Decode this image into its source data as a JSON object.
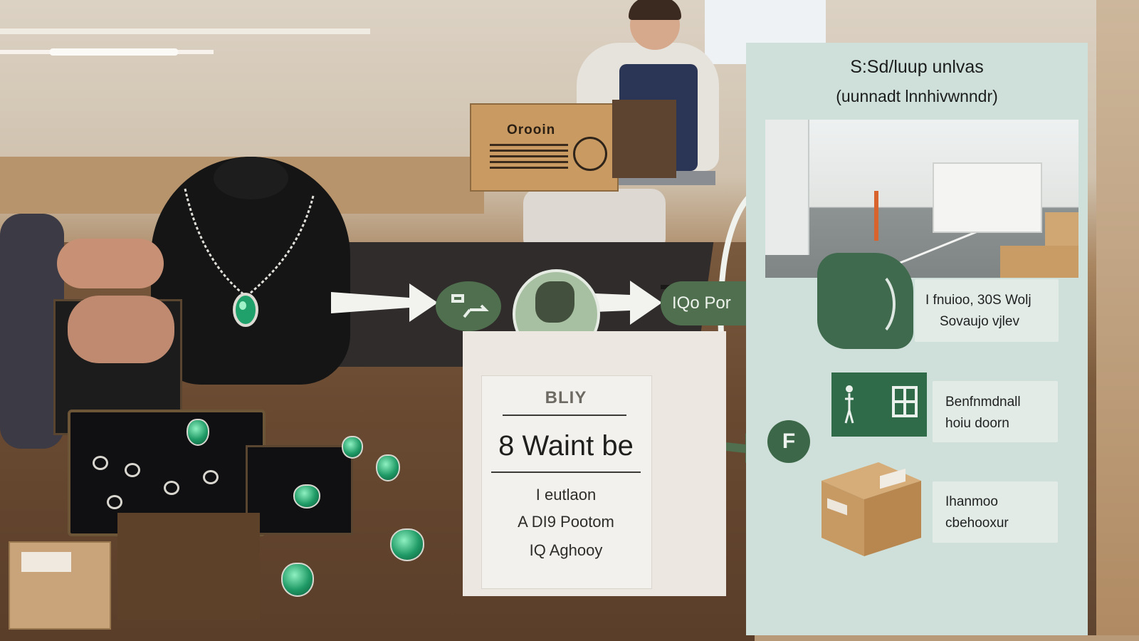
{
  "scene": {
    "box_label": "Orooin"
  },
  "flow": {
    "badge_label": "IQo Por"
  },
  "sign": {
    "small_heading": "BLIY",
    "main_heading": "8 Waint be",
    "lines": [
      "I eutlaon",
      "A DI9 Pootom",
      "IQ Aghooy"
    ]
  },
  "panel": {
    "title": "S:Sd/luup unlvas",
    "subtitle": "(uunnadt lnnhivwnndr)",
    "items": [
      {
        "text_line1": "I fnuioo, 30S Wolj",
        "text_line2": "Sovaujo vjlev",
        "icon": "bag-icon"
      },
      {
        "text_line1": "Benfnmdnall",
        "text_line2": "hoiu doorn",
        "icon": "doorway-sign-icon"
      },
      {
        "text_line1": "Ihanmoo",
        "text_line2": "cbehooxur",
        "icon": "parcel-box-icon"
      }
    ],
    "branch_letter": "F"
  },
  "colors": {
    "accent_green": "#4f6f4e",
    "panel_bg": "#cfe0da"
  }
}
